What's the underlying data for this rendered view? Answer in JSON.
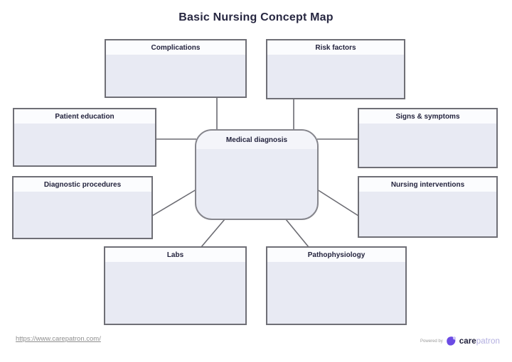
{
  "page": {
    "title": "Basic Nursing Concept Map"
  },
  "diagram": {
    "center": {
      "id": "medical-diagnosis",
      "label": "Medical diagnosis"
    },
    "nodes": [
      {
        "id": "complications",
        "label": "Complications"
      },
      {
        "id": "risk-factors",
        "label": "Risk factors"
      },
      {
        "id": "patient-education",
        "label": "Patient education"
      },
      {
        "id": "signs-symptoms",
        "label": "Signs & symptoms"
      },
      {
        "id": "diagnostic-procedures",
        "label": "Diagnostic procedures"
      },
      {
        "id": "nursing-interventions",
        "label": "Nursing interventions"
      },
      {
        "id": "labs",
        "label": "Labs"
      },
      {
        "id": "pathophysiology",
        "label": "Pathophysiology"
      }
    ],
    "colors": {
      "node_fill": "#e8eaf3",
      "node_header_fill": "#fbfcfe",
      "node_border": "#6f6f76",
      "connector": "#6b6b72",
      "label_text": "#23233d",
      "title_text": "#272741"
    }
  },
  "footer": {
    "link_text": "https://www.carepatron.com/",
    "powered_by": "Powered by",
    "logo_bold": "care",
    "logo_light": "patron",
    "logo_color": "#6b4be4",
    "logo_accent": "#cfc9f5"
  }
}
